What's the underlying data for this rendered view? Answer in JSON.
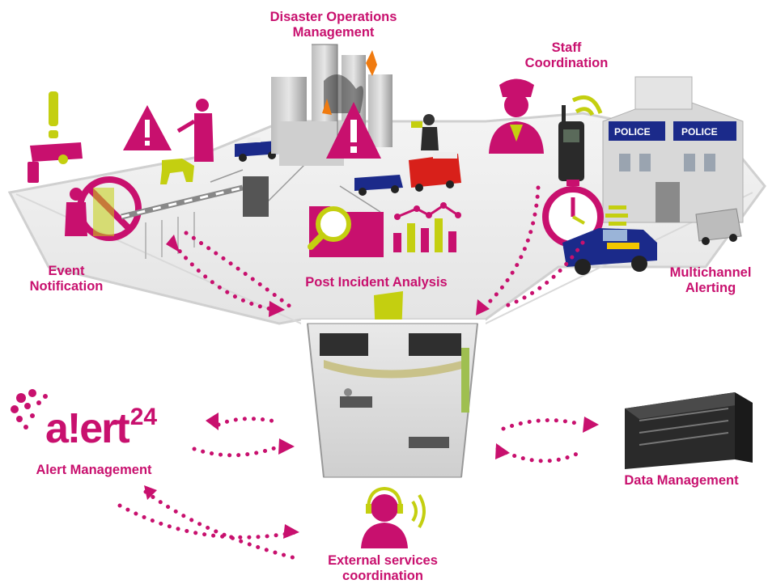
{
  "colors": {
    "accent": "#c8106e",
    "lime": "#c4cf10",
    "floor": "#efefef",
    "floor_edge": "#d4d4d4"
  },
  "labels": {
    "disaster_ops": [
      "Disaster Operations",
      "Management"
    ],
    "staff": [
      "Staff",
      "Coordination"
    ],
    "event": [
      "Event",
      "Notification"
    ],
    "post_incident": "Post Incident Analysis",
    "multichannel": [
      "Multichannel",
      "Alerting"
    ],
    "alert_mgmt": "Alert Management",
    "data_mgmt": "Data Management",
    "external": [
      "External services",
      "coordination"
    ]
  },
  "logo": {
    "main": "a!ert",
    "superscript": "24"
  },
  "police_signs": [
    "POLICE",
    "POLICE"
  ],
  "icons": [
    "cctv-camera-icon",
    "exclamation-icon",
    "warning-triangle-icon",
    "no-entry-icon",
    "police-officer-icon",
    "police-dog-icon",
    "police-car-icon",
    "barrier-gate-icon",
    "burning-buildings-icon",
    "firefighter-icon",
    "fire-truck-icon",
    "folder-magnifier-icon",
    "bar-chart-icon",
    "officer-avatar-icon",
    "radio-handset-icon",
    "signal-waves-icon",
    "police-station-icon",
    "stopwatch-icon",
    "police-truck-icon",
    "control-room-icon",
    "server-rack-icon",
    "headset-operator-icon"
  ]
}
